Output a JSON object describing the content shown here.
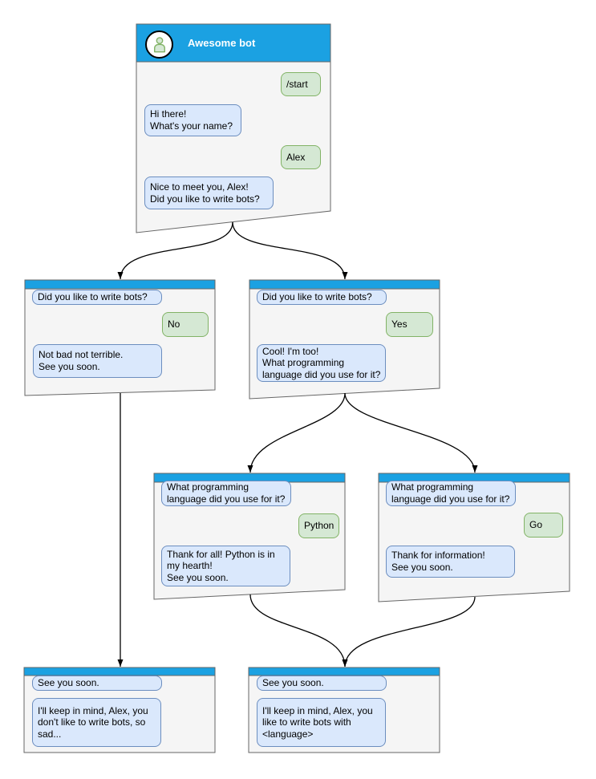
{
  "colors": {
    "header_blue": "#1ba1e2",
    "window_fill": "#f5f5f5",
    "window_border": "#666666",
    "bot_bubble_fill": "#dae8fc",
    "bot_bubble_border": "#6c8ebf",
    "user_bubble_fill": "#d5e8d4",
    "user_bubble_border": "#82b366",
    "arrow": "#000000",
    "title_text": "#ffffff"
  },
  "diagram": {
    "windows": [
      {
        "id": "main",
        "title": "Awesome bot",
        "avatar_icon": "person-icon",
        "messages": [
          {
            "from": "user",
            "text": "/start"
          },
          {
            "from": "bot",
            "text": "Hi there!\nWhat's your name?"
          },
          {
            "from": "user",
            "text": "Alex"
          },
          {
            "from": "bot",
            "text": "Nice to meet you, Alex!\nDid you like to write bots?"
          }
        ]
      },
      {
        "id": "branch-no",
        "messages": [
          {
            "from": "bot",
            "text": "Did you like to write bots?"
          },
          {
            "from": "user",
            "text": "No"
          },
          {
            "from": "bot",
            "text": "Not bad not terrible.\nSee you soon."
          }
        ]
      },
      {
        "id": "branch-yes",
        "messages": [
          {
            "from": "bot",
            "text": "Did you like to write bots?"
          },
          {
            "from": "user",
            "text": "Yes"
          },
          {
            "from": "bot",
            "text": "Cool! I'm too!\nWhat programming\nlanguage did you use for it?"
          }
        ]
      },
      {
        "id": "branch-python",
        "messages": [
          {
            "from": "bot",
            "text": "What programming\nlanguage did you use for it?"
          },
          {
            "from": "user",
            "text": "Python"
          },
          {
            "from": "bot",
            "text": "Thank for all! Python is in\nmy hearth!\nSee you soon."
          }
        ]
      },
      {
        "id": "branch-go",
        "messages": [
          {
            "from": "bot",
            "text": "What programming\nlanguage did you use for it?"
          },
          {
            "from": "user",
            "text": "Go"
          },
          {
            "from": "bot",
            "text": "Thank for information!\nSee you soon."
          }
        ]
      },
      {
        "id": "end-no",
        "messages": [
          {
            "from": "bot",
            "text": "See you soon."
          },
          {
            "from": "bot",
            "text": "I'll keep in mind, Alex, you\ndon't like to write bots, so\nsad..."
          }
        ]
      },
      {
        "id": "end-yes",
        "messages": [
          {
            "from": "bot",
            "text": "See you soon."
          },
          {
            "from": "bot",
            "text": "I'll keep in mind, Alex, you\nlike to write bots with\n<language>"
          }
        ]
      }
    ],
    "edges": [
      {
        "from": "main",
        "to": "branch-no"
      },
      {
        "from": "main",
        "to": "branch-yes"
      },
      {
        "from": "branch-no",
        "to": "end-no"
      },
      {
        "from": "branch-yes",
        "to": "branch-python"
      },
      {
        "from": "branch-yes",
        "to": "branch-go"
      },
      {
        "from": "branch-python",
        "to": "end-yes"
      },
      {
        "from": "branch-go",
        "to": "end-yes"
      }
    ]
  }
}
